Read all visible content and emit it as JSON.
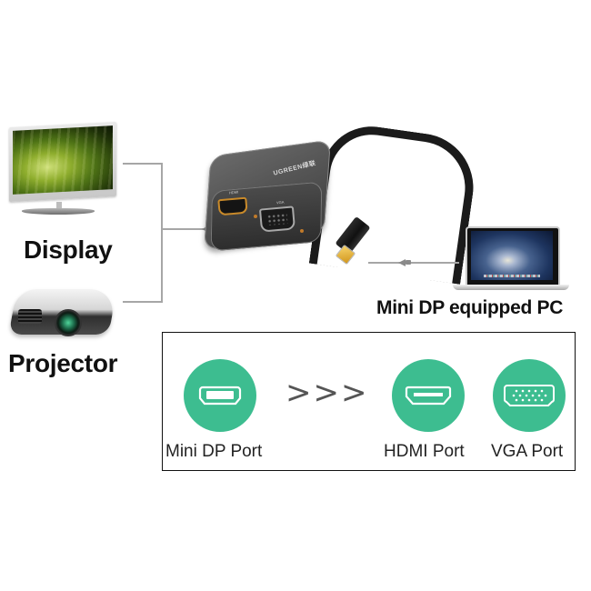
{
  "diagram": {
    "devices": {
      "display": {
        "label": "Display",
        "icon": "tv-icon"
      },
      "projector": {
        "label": "Projector",
        "icon": "projector-icon"
      },
      "pc": {
        "label": "Mini DP equipped PC",
        "icon": "laptop-icon"
      }
    },
    "adapter": {
      "brand": "UGREEN绿联",
      "ports": [
        {
          "label": "HDMI",
          "icon": "hdmi-port-icon"
        },
        {
          "label": "VGA",
          "icon": "vga-port-icon"
        }
      ],
      "connector": "mini-dp-plug-icon"
    },
    "port_legend": {
      "input": {
        "label": "Mini DP Port",
        "icon": "mini-dp-port-icon"
      },
      "separator": ">>>",
      "outputs": [
        {
          "label": "HDMI Port",
          "icon": "hdmi-port-icon"
        },
        {
          "label": "VGA Port",
          "icon": "vga-port-icon"
        }
      ]
    },
    "colors": {
      "accent_green": "#3dbd90",
      "line_gray": "#a6a6a6",
      "text_dark": "#111111"
    }
  }
}
